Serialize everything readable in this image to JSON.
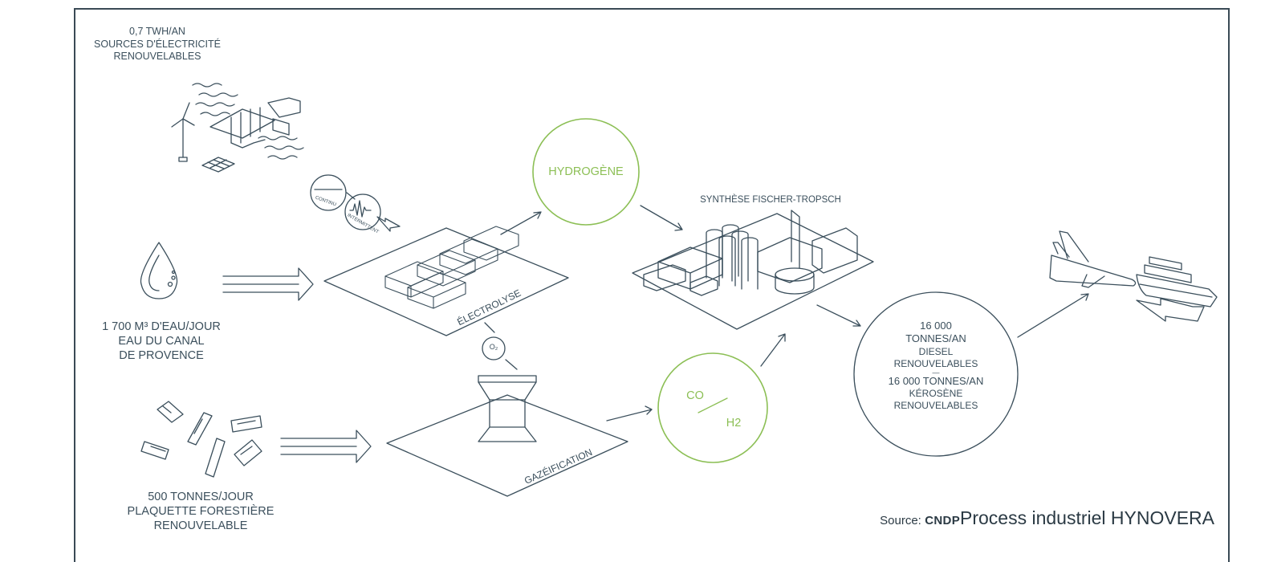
{
  "electricity": {
    "line1": "0,7 TWH/AN",
    "line2": "SOURCES D'ÉLECTRICITÉ",
    "line3": "RENOUVELABLES"
  },
  "meters": {
    "left": "CONTINU",
    "right": "INTERMITTENT"
  },
  "water": {
    "line1": "1 700 M³ D'EAU/JOUR",
    "line2": "EAU DU CANAL",
    "line3": "DE PROVENCE"
  },
  "wood": {
    "line1": "500 TONNES/JOUR",
    "line2": "PLAQUETTE FORESTIÈRE",
    "line3": "RENOUVELABLE"
  },
  "electrolyse_label": "ÉLECTROLYSE",
  "oxygen_label": "O₂",
  "hydrogene_label": "HYDROGÈNE",
  "synthese_label": "SYNTHÈSE FISCHER-TROPSCH",
  "gazeification_label": "GAZÉIFICATION",
  "syngas": {
    "co": "CO",
    "h2": "H2"
  },
  "output": {
    "line1": "16 000",
    "line2": "TONNES/AN",
    "line3": "DIESEL",
    "line4": "RENOUVELABLES",
    "sep": "—",
    "line5": "16 000 TONNES/AN",
    "line6": "KÉROSÈNE",
    "line7": "RENOUVELABLES"
  },
  "source": {
    "prefix": "Source:",
    "org": "CNDP",
    "title": "Process industriel HYNOVERA"
  },
  "colors": {
    "ink": "#3b4f5c",
    "green": "#8cbf55"
  }
}
